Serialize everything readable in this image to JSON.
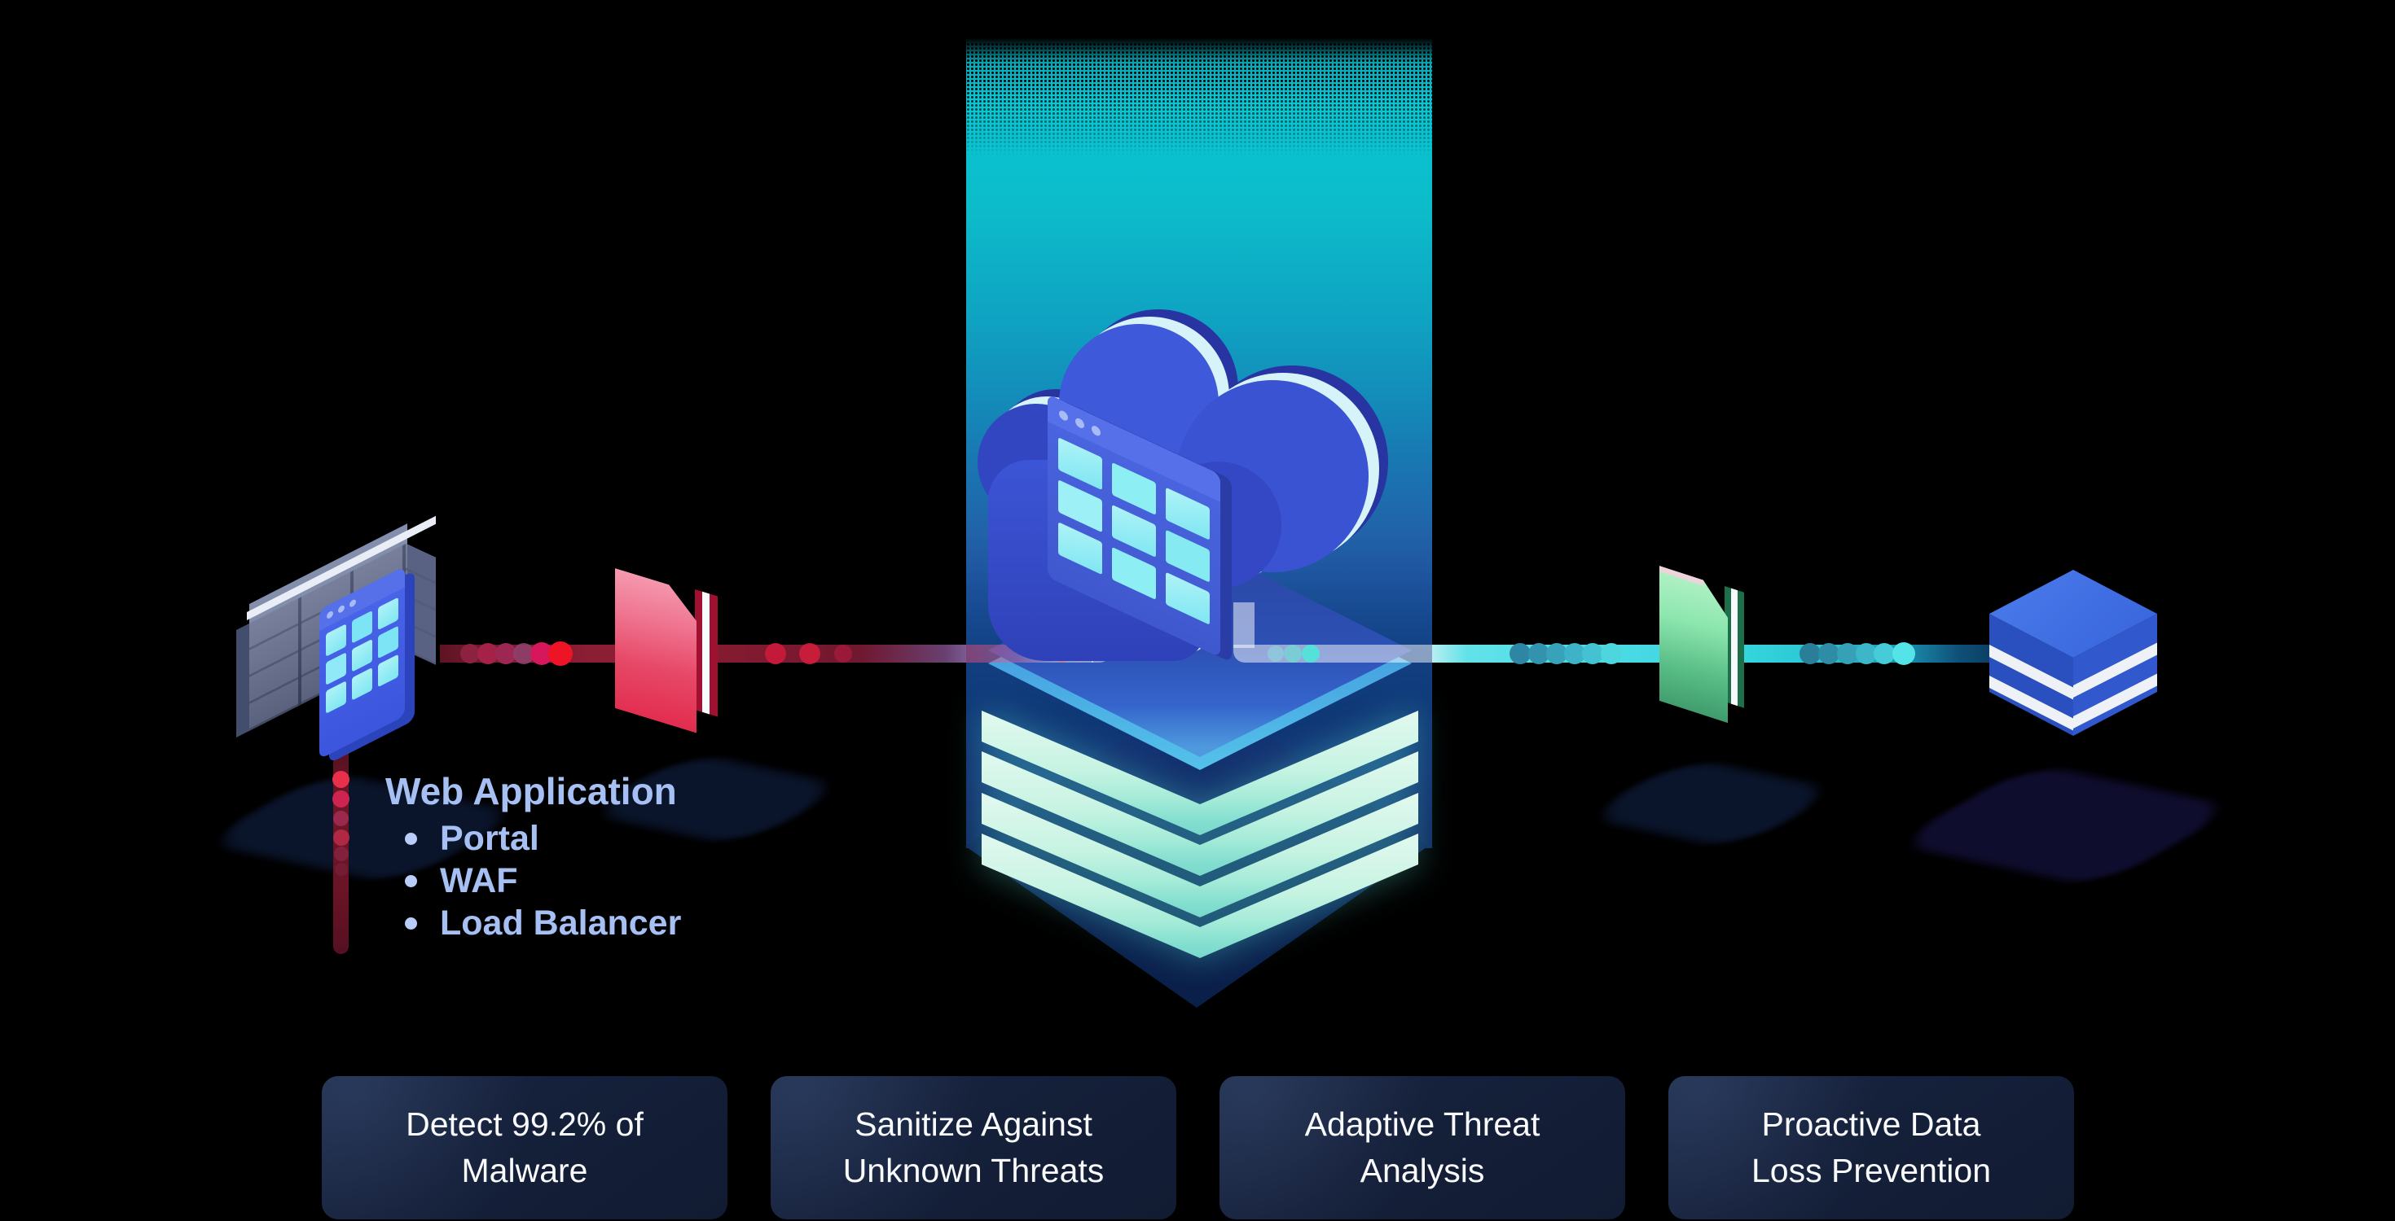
{
  "diagram": {
    "background": "#000000",
    "annotation": {
      "title": "Web Application",
      "items": [
        "Portal",
        "WAF",
        "Load Balancer"
      ],
      "text_color": "#a6c0f4"
    },
    "cards": [
      {
        "line1": "Detect 99.2% of",
        "line2": "Malware"
      },
      {
        "line1": "Sanitize Against",
        "line2": "Unknown Threats"
      },
      {
        "line1": "Adaptive Threat",
        "line2": "Analysis"
      },
      {
        "line1": "Proactive Data",
        "line2": "Loss Prevention"
      }
    ],
    "nodes": {
      "firewall": "web-application-firewall",
      "threat_file": "malicious-file",
      "cloud": "cloud-sanitization-engine",
      "clean_file": "sanitized-file",
      "storage": "data-storage"
    },
    "colors": {
      "beam_teal": "#0bc6d3",
      "beam_blue": "#143a80",
      "threat_red": "#e8203a",
      "clean_teal": "#4fdde6",
      "cloud_blue": "#3b55d4",
      "layer_mint": "#bff0de",
      "platform_blue": "#2e55bd",
      "card_bg": "#141f38",
      "card_text": "#f8fafc"
    }
  }
}
